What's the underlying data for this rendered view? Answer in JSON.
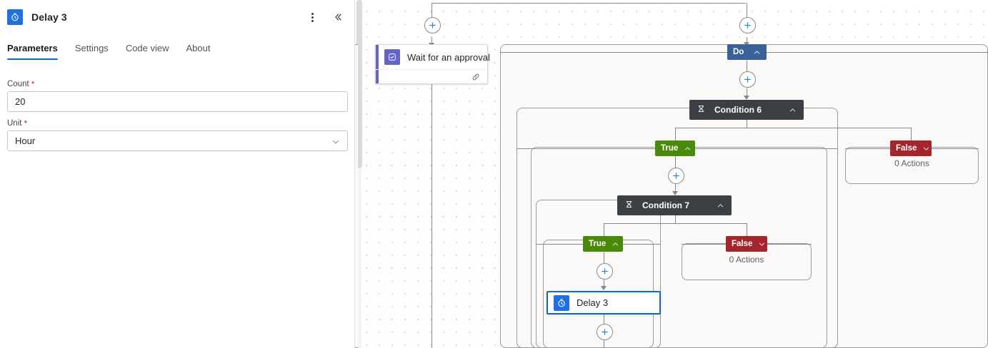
{
  "panel": {
    "title": "Delay 3",
    "icon": "stopwatch-icon",
    "more_label": "⋮",
    "collapse_label": "«",
    "tabs": [
      {
        "label": "Parameters",
        "active": true
      },
      {
        "label": "Settings",
        "active": false
      },
      {
        "label": "Code view",
        "active": false
      },
      {
        "label": "About",
        "active": false
      }
    ],
    "fields": [
      {
        "label": "Count",
        "required": "*",
        "value": "20",
        "type": "text"
      },
      {
        "label": "Unit",
        "required": "*",
        "value": "Hour",
        "type": "select"
      }
    ]
  },
  "canvas": {
    "approval_card": {
      "title": "Wait for an approval",
      "icon": "approval-icon",
      "accent": "#6264c7"
    },
    "do_badge": {
      "label": "Do",
      "chevron": "up",
      "color": "#3b6298"
    },
    "condition6": {
      "label": "Condition 6",
      "chevron": "up",
      "color": "#3c4045",
      "icon": "condition-icon"
    },
    "condition6_true": {
      "label": "True",
      "chevron": "up",
      "color": "#4a8a0b"
    },
    "condition6_false": {
      "label": "False",
      "chevron": "down",
      "color": "#a4262c",
      "empty": "0 Actions"
    },
    "condition7": {
      "label": "Condition 7",
      "chevron": "up",
      "color": "#3c4045",
      "icon": "condition-icon"
    },
    "condition7_true": {
      "label": "True",
      "chevron": "up",
      "color": "#4a8a0b"
    },
    "condition7_false": {
      "label": "False",
      "chevron": "down",
      "color": "#a4262c",
      "empty": "0 Actions"
    },
    "delay_card": {
      "title": "Delay 3",
      "icon": "stopwatch-icon",
      "selected": true,
      "accent": "#0f6cbd"
    },
    "add_buttons": [
      "insert-above-approval",
      "insert-above-do",
      "insert-in-do",
      "insert-in-true6",
      "insert-in-true7",
      "insert-below-delay"
    ]
  }
}
